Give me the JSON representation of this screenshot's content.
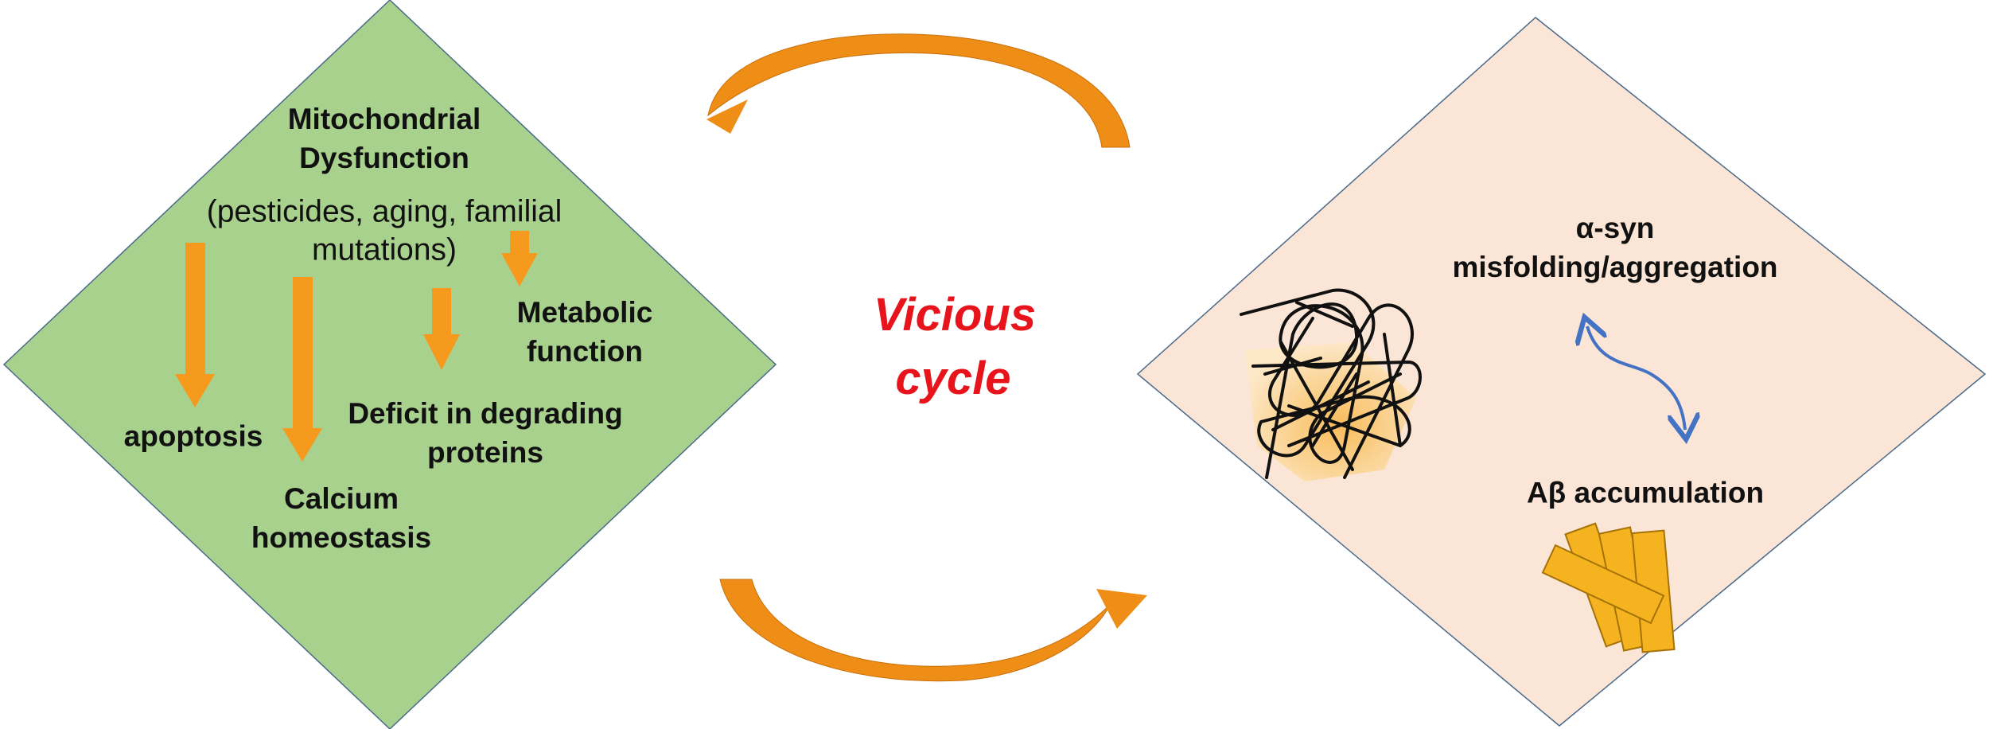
{
  "left_panel": {
    "title": "Mitochondrial Dysfunction",
    "causes": "(pesticides, aging, familial mutations)",
    "effects": {
      "apoptosis": "apoptosis",
      "calcium": "Calcium homeostasis",
      "deficit": "Deficit in degrading proteins",
      "metabolic": "Metabolic function"
    },
    "fill_color": "#a9d18e",
    "arrow_color": "#f59a1c"
  },
  "center": {
    "title": "Vicious cycle",
    "title_color": "#e8141c",
    "arrow_color": "#ef8e16"
  },
  "right_panel": {
    "asyn": "α-syn misfolding/aggregation",
    "abeta": "Aβ accumulation",
    "fill_color": "#fbe5d6",
    "link_color": "#4472c4",
    "fibril_color": "#f5b41f"
  }
}
